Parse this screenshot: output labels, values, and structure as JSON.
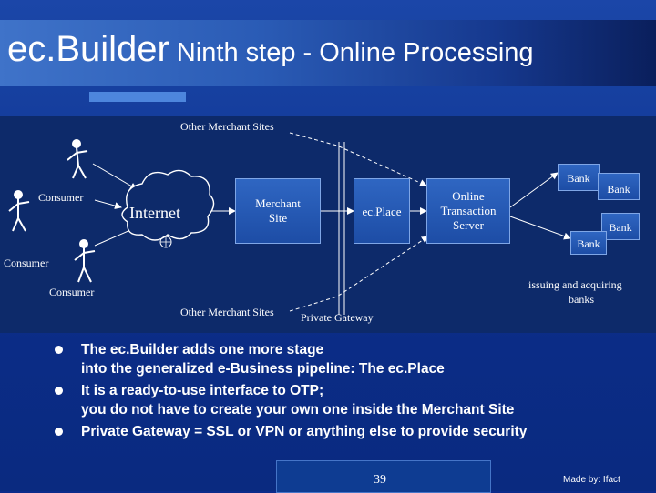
{
  "slide": {
    "title_main": "ec.Builder",
    "title_rest": "Ninth step - Online Processing"
  },
  "diagram": {
    "other_merchant_top": "Other Merchant Sites",
    "other_merchant_bottom": "Other Merchant Sites",
    "consumer_labels": [
      "Consumer",
      "Consumer",
      "Consumer"
    ],
    "internet": "Internet",
    "merchant_site": [
      "Merchant",
      "Site"
    ],
    "ecplace": "ec.Place",
    "ots": [
      "Online",
      "Transaction",
      "Server"
    ],
    "banks": [
      "Bank",
      "Bank",
      "Bank",
      "Bank"
    ],
    "banks_caption": [
      "issuing and acquiring",
      "banks"
    ],
    "private_gateway": "Private Gateway"
  },
  "bullets": [
    [
      "The ec.Builder adds one more stage",
      "into the generalized e-Business pipeline: The ec.Place"
    ],
    [
      "It is a ready-to-use interface to OTP;",
      "you do not have to create your own one inside the Merchant Site"
    ],
    [
      "Private Gateway = SSL or VPN or anything else to provide security"
    ]
  ],
  "footer": {
    "page_number": "39",
    "made_by": "Made by: Ifact"
  },
  "colors": {
    "background": "#1340a0",
    "diagram_panel": "#0d2a6a",
    "box_fill": "#2a5fbe",
    "text": "#ffffff"
  }
}
